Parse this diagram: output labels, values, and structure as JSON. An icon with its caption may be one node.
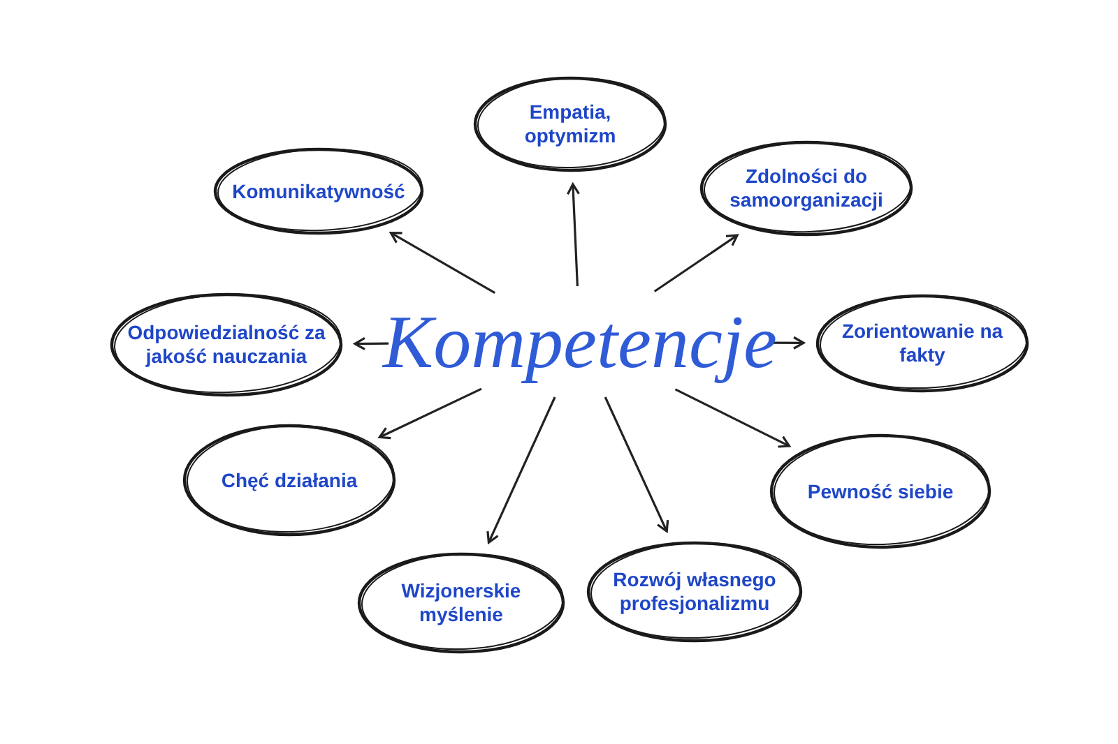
{
  "diagram": {
    "nodes": [
      {
        "text": [
          "Kompetencje"
        ]
      },
      {
        "text": [
          "Komunikatywność"
        ]
      },
      {
        "text": [
          "Empatia, optymizm"
        ]
      },
      {
        "text": [
          "Zdolności do samoorganizacji"
        ]
      },
      {
        "text": [
          "Odpowiedzialność za jakość nauczania"
        ]
      },
      {
        "text": [
          "Zorientowanie na fakty"
        ]
      },
      {
        "text": [
          "Chęć działania"
        ]
      },
      {
        "text": [
          "Pewność siebie"
        ]
      },
      {
        "text": [
          "Wizjonerskie myślenie"
        ]
      },
      {
        "text": [
          "Rozwój własnego profesjonalizmu"
        ]
      }
    ],
    "edges": [
      {
        "from": 0,
        "to": 1,
        "arrow": "to"
      },
      {
        "from": 0,
        "to": 2,
        "arrow": "to"
      },
      {
        "from": 0,
        "to": 3,
        "arrow": "to"
      },
      {
        "from": 0,
        "to": 4,
        "arrow": "to"
      },
      {
        "from": 0,
        "to": 5,
        "arrow": "to"
      },
      {
        "from": 0,
        "to": 6,
        "arrow": "to"
      },
      {
        "from": 0,
        "to": 7,
        "arrow": "to"
      },
      {
        "from": 0,
        "to": 8,
        "arrow": "to"
      },
      {
        "from": 0,
        "to": 9,
        "arrow": "to"
      }
    ]
  }
}
